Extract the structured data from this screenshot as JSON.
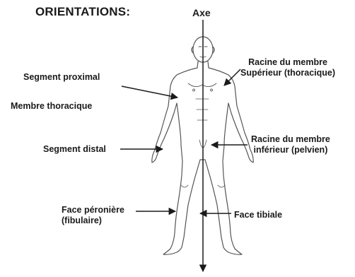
{
  "title": "ORIENTATIONS:",
  "axis_label": "Axe",
  "labels": {
    "segment_proximal": "Segment proximal",
    "membre_thoracique": "Membre thoracique",
    "segment_distal": "Segment distal",
    "face_peroniere_line1": "Face péronière",
    "face_peroniere_line2": "(fibulaire)",
    "racine_sup_line1": "Racine du membre",
    "racine_sup_line2": "Supérieur (thoracique)",
    "racine_inf_line1": "Racine du membre",
    "racine_inf_line2": "inférieur (pelvien)",
    "face_tibiale": "Face tibiale"
  },
  "colors": {
    "ink": "#1a1a1a",
    "body_outline": "#555555",
    "background": "#ffffff"
  }
}
